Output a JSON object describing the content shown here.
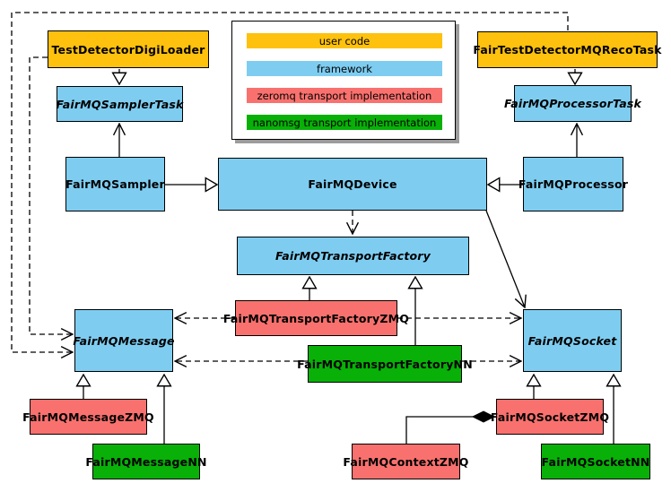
{
  "legend": {
    "items": [
      {
        "label": "user code",
        "color": "#FEC10D"
      },
      {
        "label": "framework",
        "color": "#7ECDF1"
      },
      {
        "label": "zeromq transport implementation",
        "color": "#F9716E"
      },
      {
        "label": "nanomsg transport implementation",
        "color": "#08B008"
      }
    ]
  },
  "colors": {
    "user_code": "#FEC10D",
    "framework": "#7ECDF1",
    "zeromq": "#F9716E",
    "nanomsg": "#08B008",
    "line": "#000000",
    "legend_shadow": "#9c9c9c"
  },
  "nodes": {
    "test_detector_digi_loader": {
      "label": "TestDetectorDigiLoader",
      "category": "user code"
    },
    "fair_test_detector_mq_reco_task": {
      "label": "FairTestDetectorMQRecoTask",
      "category": "user code"
    },
    "fair_mq_sampler_task": {
      "label": "FairMQSamplerTask",
      "category": "framework",
      "abstract": true
    },
    "fair_mq_processor_task": {
      "label": "FairMQProcessorTask",
      "category": "framework",
      "abstract": true
    },
    "fair_mq_sampler": {
      "label": "FairMQSampler",
      "category": "framework"
    },
    "fair_mq_device": {
      "label": "FairMQDevice",
      "category": "framework"
    },
    "fair_mq_processor": {
      "label": "FairMQProcessor",
      "category": "framework"
    },
    "fair_mq_transport_factory": {
      "label": "FairMQTransportFactory",
      "category": "framework",
      "abstract": true
    },
    "fair_mq_transport_factory_zmq": {
      "label": "FairMQTransportFactoryZMQ",
      "category": "zeromq"
    },
    "fair_mq_transport_factory_nn": {
      "label": "FairMQTransportFactoryNN",
      "category": "nanomsg"
    },
    "fair_mq_message": {
      "label": "FairMQMessage",
      "category": "framework",
      "abstract": true
    },
    "fair_mq_socket": {
      "label": "FairMQSocket",
      "category": "framework",
      "abstract": true
    },
    "fair_mq_message_zmq": {
      "label": "FairMQMessageZMQ",
      "category": "zeromq"
    },
    "fair_mq_message_nn": {
      "label": "FairMQMessageNN",
      "category": "nanomsg"
    },
    "fair_mq_context_zmq": {
      "label": "FairMQContextZMQ",
      "category": "zeromq"
    },
    "fair_mq_socket_zmq": {
      "label": "FairMQSocketZMQ",
      "category": "zeromq"
    },
    "fair_mq_socket_nn": {
      "label": "FairMQSocketNN",
      "category": "nanomsg"
    }
  }
}
